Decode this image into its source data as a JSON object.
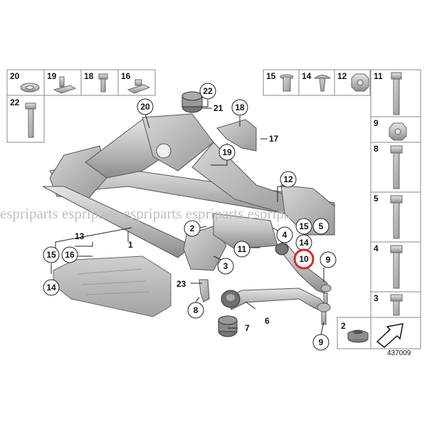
{
  "watermark": "espriparts espriparts espriparts espriparts espriparts",
  "diagram_id": "437009",
  "highlight_color": "#d42a2a",
  "parts_panel_top": [
    {
      "label": "20",
      "icon": "washer-icon"
    },
    {
      "label": "19",
      "icon": "clip-nut-icon"
    },
    {
      "label": "18",
      "icon": "bolt-icon"
    },
    {
      "label": "16",
      "icon": "clip-nut-icon"
    },
    {
      "label": "22",
      "icon": "bolt-icon"
    }
  ],
  "parts_panel_right_top": [
    {
      "label": "15",
      "icon": "expansion-nut-icon"
    },
    {
      "label": "14",
      "icon": "expanding-rivet-icon"
    },
    {
      "label": "12",
      "icon": "hex-nut-icon"
    }
  ],
  "parts_column_right": [
    {
      "label": "11",
      "icon": "bolt-icon"
    },
    {
      "label": "9",
      "icon": "hex-nut-icon"
    },
    {
      "label": "8",
      "icon": "bolt-icon"
    },
    {
      "label": "5",
      "icon": "bolt-icon"
    },
    {
      "label": "4",
      "icon": "bolt-icon"
    },
    {
      "label": "3",
      "icon": "bolt-icon"
    },
    {
      "label": "2",
      "icon": "bushing-icon"
    }
  ],
  "callouts": {
    "c22": "22",
    "c21": "21",
    "c18": "18",
    "c20": "20",
    "c17": "17",
    "c19": "19",
    "c12": "12",
    "c1": "1",
    "c13": "13",
    "c15a": "15",
    "c16": "16",
    "c14a": "14",
    "c2": "2",
    "c11": "11",
    "c3": "3",
    "c4": "4",
    "c5": "5",
    "c15b": "15",
    "c14b": "14",
    "c10": "10",
    "c9a": "9",
    "c23": "23",
    "c8": "8",
    "c6": "6",
    "c7": "7",
    "c9b": "9"
  }
}
